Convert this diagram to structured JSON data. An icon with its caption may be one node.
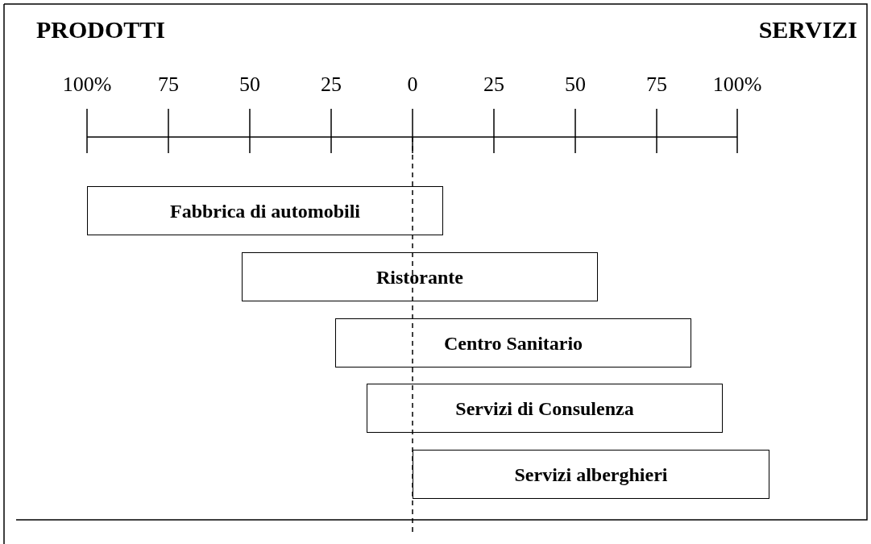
{
  "diagram": {
    "nodes": [
      {
        "text": [
          "Fabbrica di automobili"
        ]
      },
      {
        "text": [
          "Ristorante"
        ]
      },
      {
        "text": [
          "Centro Sanitario"
        ]
      },
      {
        "text": [
          "Servizi di Consulenza"
        ]
      },
      {
        "text": [
          "Servizi alberghieri"
        ]
      }
    ],
    "labels": [
      "PRODOTTI",
      "SERVIZI",
      "100%",
      "75",
      "50",
      "25",
      "0",
      "25",
      "50",
      "75",
      "100%"
    ]
  }
}
